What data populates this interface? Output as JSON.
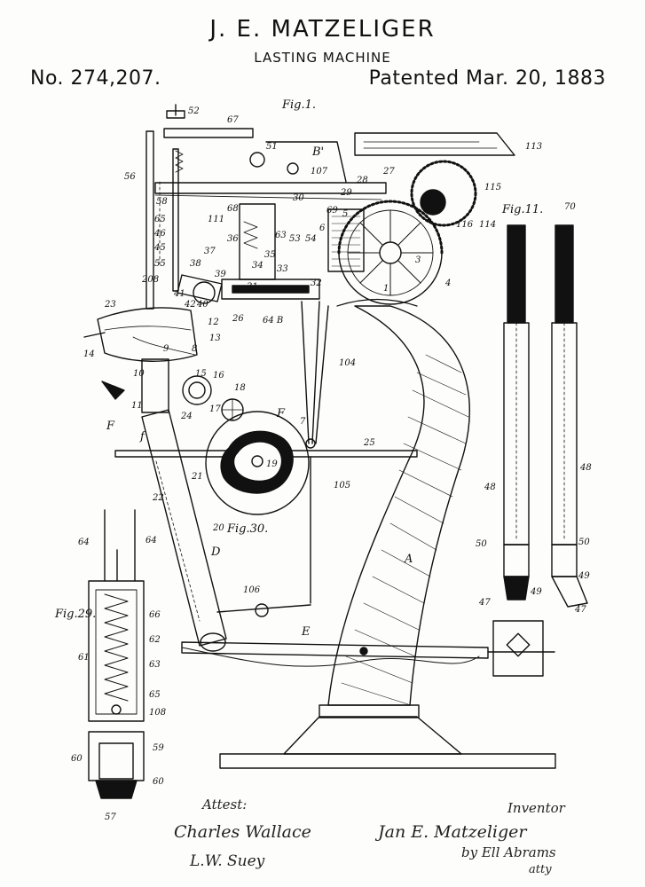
{
  "header": {
    "inventor_name": "J. E. MATZELIGER",
    "invention_title": "LASTING MACHINE",
    "patent_number": "No. 274,207.",
    "patented_date": "Patented Mar. 20, 1883"
  },
  "figures": {
    "fig1": "Fig.1.",
    "fig11": "Fig.11.",
    "fig30": "Fig.30.",
    "fig29": "Fig.29."
  },
  "big_letters": {
    "A": "A",
    "D": "D",
    "E": "E",
    "B": "B'",
    "F": "F",
    "F2": "F",
    "f": "f"
  },
  "signatures": {
    "attest_label": "Attest:",
    "witness_1": "Charles Wallace",
    "witness_2": "L.W. Suey",
    "inventor_label": "Inventor",
    "inventor_signature": "Jan E. Matzeliger",
    "by_attorney": "by Ell Abrams",
    "attorney_suffix": "atty"
  },
  "reference_numerals": {
    "r52": "52",
    "r67": "67",
    "r51": "51",
    "r107": "107",
    "r69": "69",
    "r113": "113",
    "r115": "115",
    "r116": "116",
    "r114": "114",
    "r68": "68",
    "r111": "111",
    "r63": "63",
    "r36": "36",
    "r35": "35",
    "r33": "33",
    "r4": "4",
    "r3": "3",
    "r1": "1",
    "r5": "5",
    "r6": "6",
    "r26": "26",
    "r648": "64 B",
    "r104": "104",
    "r25": "25",
    "r105": "105",
    "r19": "19",
    "r20": "20",
    "r23": "23",
    "r12": "12",
    "r13": "13",
    "r11": "11",
    "r14": "14",
    "r9": "9",
    "r10": "10",
    "r18": "18",
    "r17": "17",
    "r22": "22",
    "r21": "21",
    "r106": "106",
    "r64a": "64",
    "r64b": "64",
    "r66": "66",
    "r62": "62",
    "r61": "61",
    "r63b": "63",
    "r65": "65",
    "r108": "108",
    "r59": "59",
    "r60a": "60",
    "r60b": "60",
    "r57": "57",
    "r48a": "48",
    "r48b": "48",
    "r50a": "50",
    "r50b": "50",
    "r47a": "47",
    "r47b": "47",
    "r49a": "49",
    "r49b": "49",
    "r56": "56",
    "r58": "58",
    "r208": "208",
    "r40": "40",
    "r65a": "65",
    "r46": "46",
    "r45": "45",
    "r55": "55",
    "r54": "54",
    "r53": "53",
    "r37": "37",
    "r38": "38",
    "r39": "39",
    "r41": "41",
    "r42": "42",
    "r31": "31",
    "r32": "32",
    "r34": "34",
    "r24": "24",
    "r15": "15",
    "r16": "16",
    "r27": "27",
    "r28": "28",
    "r29": "29",
    "r30": "30",
    "r8": "8",
    "r7": "7",
    "r70": "70"
  },
  "colors": {
    "ink": "#111111",
    "paper": "#fdfdfb"
  }
}
